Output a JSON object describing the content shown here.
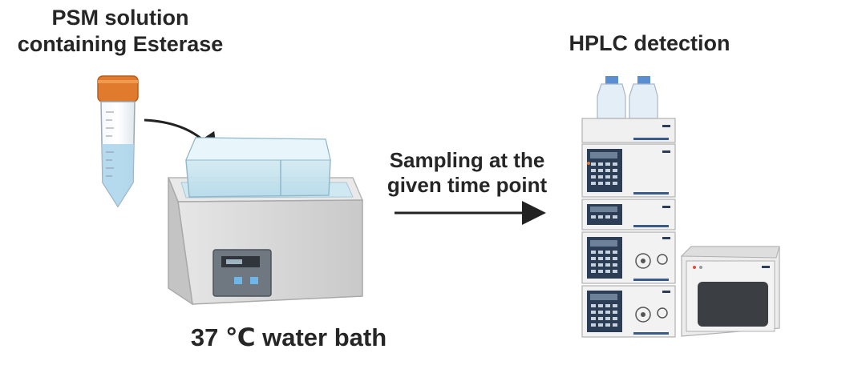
{
  "labels": {
    "sample_line1": "PSM solution",
    "sample_line2": "containing Esterase",
    "detection": "HPLC detection",
    "sampling_line1": "Sampling at the",
    "sampling_line2": "given time point",
    "bath": "37 ℃ water bath"
  },
  "colors": {
    "tube_cap": "#e07a2c",
    "liquid": "#a9d4ea",
    "bath_body": "#d9d9d9",
    "lid": "#cfe8f2",
    "hplc_panel": "#eeeeee",
    "hplc_accent": "#2c3e55",
    "arrow": "#222222"
  },
  "icons": [
    "centrifuge-tube-icon",
    "water-bath-icon",
    "hplc-system-icon",
    "autosampler-oven-icon",
    "process-arrow-icon"
  ]
}
